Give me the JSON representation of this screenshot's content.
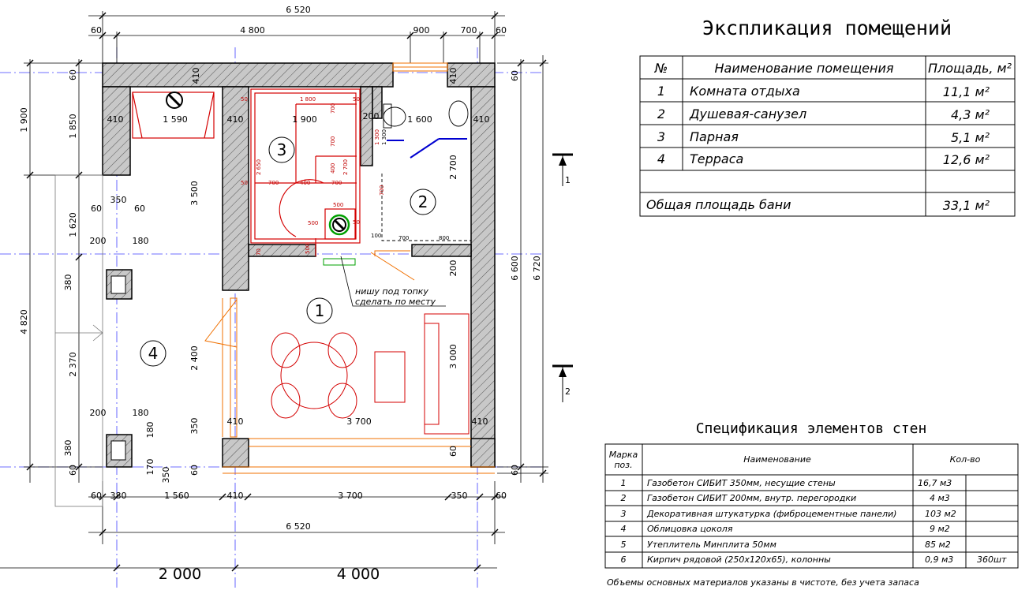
{
  "explication": {
    "title": "Экспликация помещений",
    "headers": {
      "num": "№",
      "name": "Наименование помещения",
      "area": "Площадь, м²"
    },
    "rows": [
      {
        "num": "1",
        "name": "Комната отдыха",
        "area": "11,1 м²"
      },
      {
        "num": "2",
        "name": "Душевая-санузел",
        "area": "4,3 м²"
      },
      {
        "num": "3",
        "name": "Парная",
        "area": "5,1 м²"
      },
      {
        "num": "4",
        "name": "Терраса",
        "area": "12,6 м²"
      }
    ],
    "total": {
      "label": "Общая площадь бани",
      "area": "33,1 м²"
    }
  },
  "spec": {
    "title": "Спецификация элементов стен",
    "headers": {
      "mark1": "Марка",
      "mark2": "поз.",
      "name": "Наименование",
      "qty": "Кол-во"
    },
    "rows": [
      {
        "mark": "1",
        "name": "Газобетон СИБИТ 350мм, несущие стены",
        "qty": "16,7 м3",
        "extra": ""
      },
      {
        "mark": "2",
        "name": "Газобетон СИБИТ 200мм, внутр. перегородки",
        "qty": "4 м3",
        "extra": ""
      },
      {
        "mark": "3",
        "name": "Декоративная штукатурка (фиброцементные панели)",
        "qty": "103 м2",
        "extra": ""
      },
      {
        "mark": "4",
        "name": "Облицовка цоколя",
        "qty": "9 м2",
        "extra": ""
      },
      {
        "mark": "5",
        "name": "Утеплитель Минплита 50мм",
        "qty": "85 м2",
        "extra": ""
      },
      {
        "mark": "6",
        "name": "Кирпич рядовой (250х120х65), колонны",
        "qty": "0,9 м3",
        "extra": "360шт"
      }
    ],
    "footnote": "Объемы основных материалов указаны в чистоте, без учета запаса"
  },
  "rooms": {
    "r1": "1",
    "r2": "2",
    "r3": "3",
    "r4": "4"
  },
  "note": {
    "line1": "нишу под топку",
    "line2": "сделать по месту"
  },
  "sections": {
    "s1": "1",
    "s2": "2"
  },
  "dims": {
    "top_total": "6 520",
    "top_60a": "60",
    "top_4800": "4 800",
    "top_900": "900",
    "top_700": "700",
    "top_60b": "60",
    "bot_60a": "60",
    "bot_380": "380",
    "bot_1560": "1 560",
    "bot_410": "410",
    "bot_3700": "3 700",
    "bot_350": "350",
    "bot_60b": "60",
    "bot_total": "6 520",
    "axis_2000": "2 000",
    "axis_4000": "4 000",
    "left_1900": "1 900",
    "left_4820": "4 820",
    "left_60": "60",
    "left_1850": "1 850",
    "left_1620": "1 620",
    "left_2370": "2 370",
    "right_6600": "6 600",
    "right_6720": "6 720",
    "in_410a": "410",
    "in_410b": "410",
    "in_410c": "410",
    "in_410d": "410",
    "in_410e": "410",
    "in_410f": "410",
    "in_410g": "410",
    "in_1590": "1 590",
    "in_1900": "1 900",
    "in_200a": "200",
    "in_1600": "1 600",
    "in_3500": "3 500",
    "in_2700": "2 700",
    "in_200b": "200",
    "in_3000": "3 000",
    "in_2400": "2 400",
    "in_350a": "350",
    "in_3700": "3 700",
    "in_350b": "350",
    "in_60a": "60",
    "in_60b": "60",
    "in_200c": "200",
    "in_180a": "180",
    "in_380a": "380",
    "in_200d": "200",
    "in_180b": "180",
    "in_380b": "380",
    "in_180c": "180",
    "in_170": "170",
    "in_350c": "350",
    "in_60c": "60",
    "in_60d": "60",
    "in_60e": "60",
    "in_60f": "60",
    "in_60g": "60"
  },
  "red_dims": [
    "1 800",
    "700",
    "700",
    "2 650",
    "400",
    "1 300",
    "700",
    "400",
    "700",
    "500",
    "500",
    "700",
    "2 700",
    "500",
    "50",
    "50",
    "50",
    "50",
    "70",
    "100",
    "700",
    "800",
    "1 300"
  ],
  "colors": {
    "wall": "#9a9a9a",
    "red": "#d40000",
    "blue": "#0000d0",
    "orange": "#f07000",
    "green": "#00a000",
    "axis": "#4040ff"
  }
}
